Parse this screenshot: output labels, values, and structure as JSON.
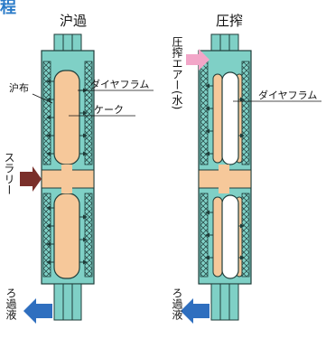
{
  "corner_glyph": "程",
  "left_panel": {
    "title": "沪過",
    "label_cloth": "沪布",
    "label_diaphragm": "ダイヤフラム",
    "label_cake": "ケーク",
    "label_slurry": "スラリー",
    "label_filtrate": "ろ過液"
  },
  "right_panel": {
    "title": "圧搾",
    "label_press": "圧搾エアー(水)",
    "label_diaphragm": "ダイヤフラム",
    "label_filtrate": "ろ過液"
  },
  "colors": {
    "plate": "#7fd0c6",
    "outline": "#1f3d3a",
    "cake": "#f6c89a",
    "slurry_arrow": "#7a2f2a",
    "press_arrow": "#f2a6c8",
    "filtrate_arrow": "#2f6fbf"
  }
}
